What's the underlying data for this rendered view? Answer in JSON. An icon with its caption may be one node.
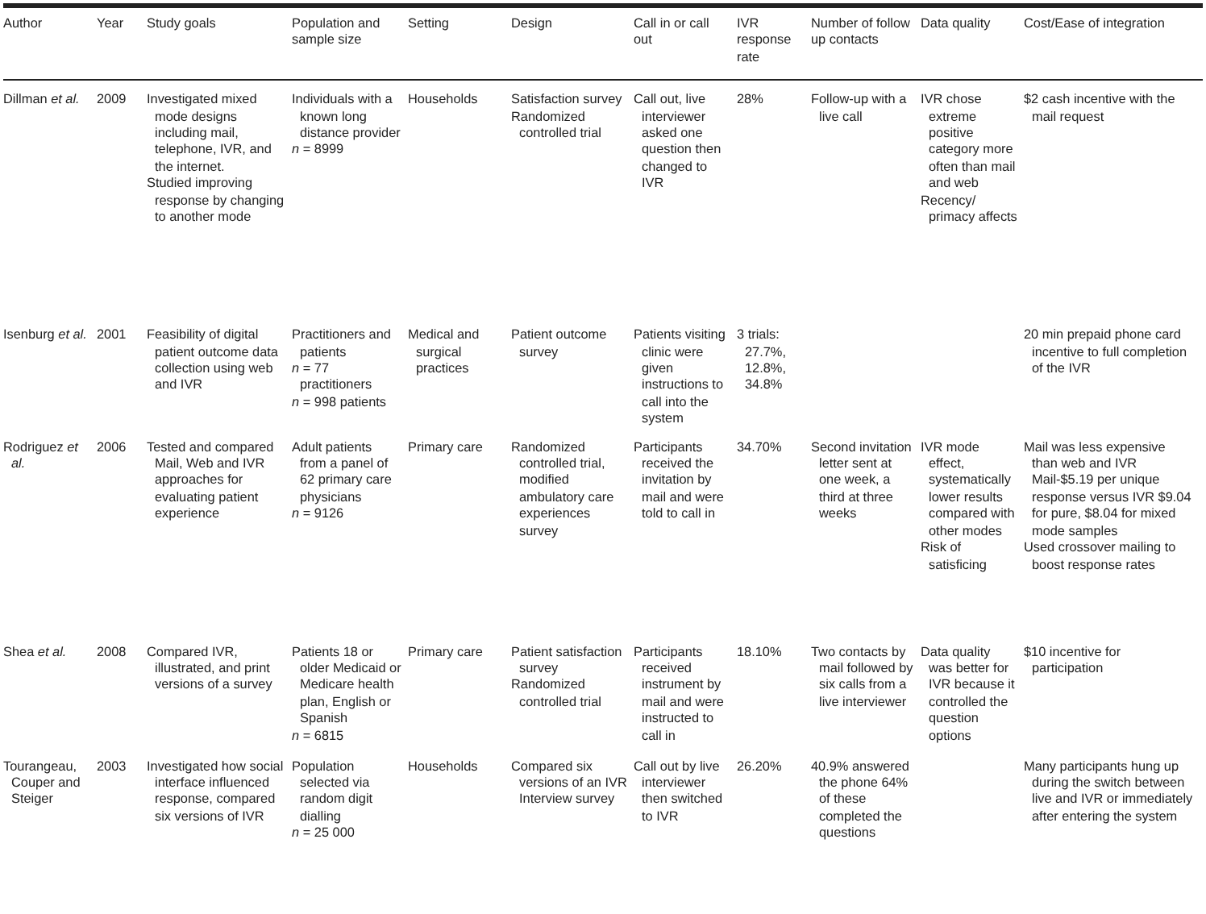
{
  "diagram": {
    "labels": [
      "Author",
      "Year",
      "Study goals",
      "Population and sample size",
      "Setting",
      "Design",
      "Call in or call out",
      "IVR response rate",
      "Number of follow up contacts",
      "Data quality",
      "Cost/Ease of integration",
      "Dillman *et al.*",
      "2009",
      "Investigated mixed mode designs including mail, telephone, IVR, and the internet.",
      "Studied improving response by changing to another mode",
      "Individuals with a known long distance provider",
      "*n* = 8999",
      "Households",
      "Satisfaction survey",
      "Randomized controlled trial",
      "Call out, live interviewer asked one question then changed to IVR",
      "28%",
      "Follow-up with a live call",
      "IVR chose extreme positive category more often than mail and web",
      "Recency/ primacy affects",
      "$2 cash incentive with the mail request",
      "Isenburg *et al.*",
      "2001",
      "Feasibility of digital patient outcome data collection using web and IVR",
      "Practitioners and patients",
      "*n* = 77 practitioners",
      "*n* = 998 patients",
      "Medical and surgical practices",
      "Patient outcome survey",
      "Patients visiting clinic were given instructions to call into the system",
      "3 trials: 27.7%, 12.8%, 34.8%",
      "20 min prepaid phone card incentive to full completion of the IVR",
      "Rodriguez *et al.*",
      "2006",
      "Tested and compared Mail, Web and IVR approaches for evaluating patient experience",
      "Adult patients from a panel of 62 primary care physicians",
      "*n* = 9126",
      "Primary care",
      "Randomized controlled trial, modified ambulatory care experiences survey",
      "Participants received the invitation by mail and were told to call in",
      "34.70%",
      "Second invitation letter sent at one week, a third at three weeks",
      "IVR mode effect, systematically lower results compared with other modes",
      "Risk of satisficing",
      "Mail was less expensive than web and IVR Mail-$5.19 per unique response versus IVR $9.04 for pure, $8.04 for mixed mode samples",
      "Used crossover mailing to boost response rates",
      "Shea *et al.*",
      "2008",
      "Compared IVR, illustrated, and print versions of a survey",
      "Patients 18 or older Medicaid or Medicare health plan, English or Spanish",
      "*n* = 6815",
      "Primary care",
      "Patient satisfaction survey",
      "Randomized controlled trial",
      "Participants received instrument by mail and were instructed to call in",
      "18.10%",
      "Two contacts by mail followed by six calls from a live interviewer",
      "Data quality was better for IVR because it controlled the question options",
      "$10 incentive for participation",
      "Tourangeau, Couper and Steiger",
      "2003",
      "Investigated how social interface influenced response, compared six versions of IVR",
      "Population selected via random digit dialling",
      "*n* = 25 000",
      "Households",
      "Compared six versions of an IVR Interview survey",
      "Call out by live interviewer then switched to IVR",
      "26.20%",
      "40.9% answered the phone 64% of these completed the questions",
      "Many participants hung up during the switch between live and IVR or immediately after entering the system"
    ]
  }
}
